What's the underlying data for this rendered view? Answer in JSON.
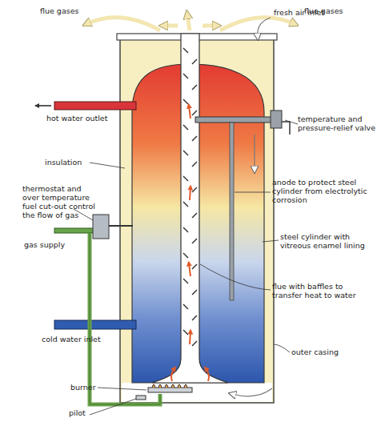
{
  "diagram": {
    "labels": [
      "flue gases",
      "flue gases",
      "fresh air inlet",
      "hot water outlet",
      "temperature and pressure-relief valve",
      "insulation",
      "anode to protect steel cylinder from electrolytic corrosion",
      "thermostat and over temperature fuel cut-out control the flow of gas",
      "steel cylinder with vitreous enamel lining",
      "gas supply",
      "flue with baffles to transfer heat to water",
      "cold water inlet",
      "outer casing",
      "burner",
      "pilot"
    ]
  }
}
